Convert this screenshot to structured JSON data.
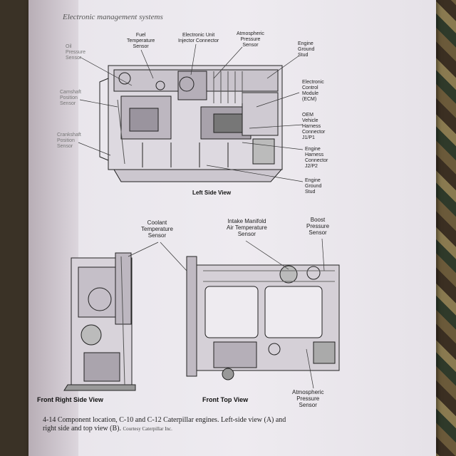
{
  "header": "Electronic management systems",
  "top_labels": {
    "fuel_temp": "Fuel\nTemperature\nSensor",
    "eui": "Electronic Unit\nInjector Connector",
    "atmo_top": "Atmospheric\nPressure\nSensor",
    "engine_ground_stud_top": "Engine\nGround\nStud",
    "ecm": "Electronic\nControl\nModule\n(ECM)",
    "oem": "OEM\nVehicle\nHarness\nConnector\nJ1/P1",
    "engine_harness": "Engine\nHarness\nConnector\nJ2/P2",
    "engine_ground_stud_bottom": "Engine\nGround\nStud",
    "left_1": "Oil\nPressure\nSensor",
    "left_2": "Camshaft\nPosition\nSensor",
    "left_3": "Crankshaft\nPosition\nSensor"
  },
  "left_side_view": "Left Side View",
  "bottom_labels": {
    "coolant": "Coolant\nTemperature\nSensor",
    "intake": "Intake Manifold\nAir Temperature\nSensor",
    "boost": "Boost\nPressure\nSensor",
    "atmo_bottom": "Atmospheric\nPressure\nSensor"
  },
  "front_right_side_view": "Front Right Side View",
  "front_top_view": "Front Top View",
  "caption_line1": "4-14 Component location, C-10 and C-12 Caterpillar engines. Left-side view (A) and",
  "caption_line2": "right side and top view (B).",
  "credit": "Courtesy Caterpillar Inc."
}
